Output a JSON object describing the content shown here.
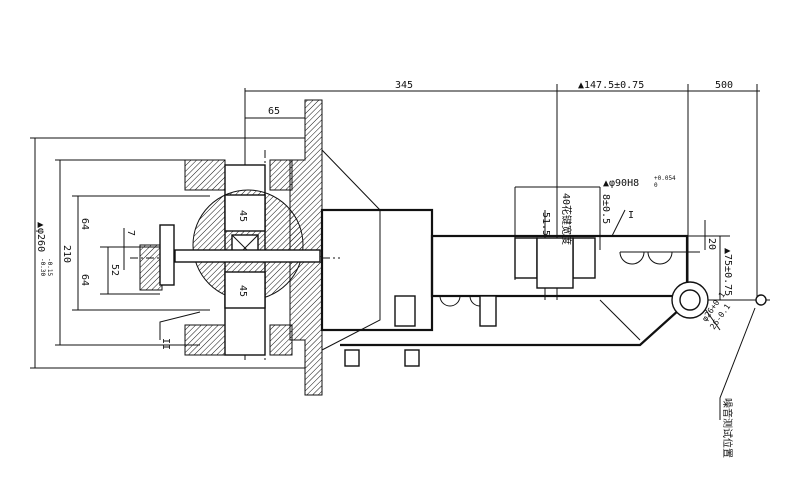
{
  "drawing": {
    "dimensions": {
      "d345": "345",
      "d65": "65",
      "d147": "▲147.5±0.75",
      "d500": "500",
      "d90h8": "▲φ90H8",
      "d90tol_upper": "+0.054",
      "d90tol_lower": "0",
      "spline": "40花键宽度",
      "d51": "51.5",
      "d8": "8±0.5",
      "d20": "20",
      "d75": "▲75±0.75",
      "d26": "φ26+0.1",
      "d26b": "26-0.1",
      "d64a": "64",
      "d64b": "64",
      "d7": "7",
      "d52": "52",
      "d210": "210",
      "d260": "▲φ260",
      "d260tol_upper": "-0.15",
      "d260tol_lower": "-0.30",
      "d45a": "45",
      "d45b": "45"
    },
    "callouts": {
      "c1": "I",
      "c2": "II",
      "noise": "噪音测试位置"
    }
  }
}
